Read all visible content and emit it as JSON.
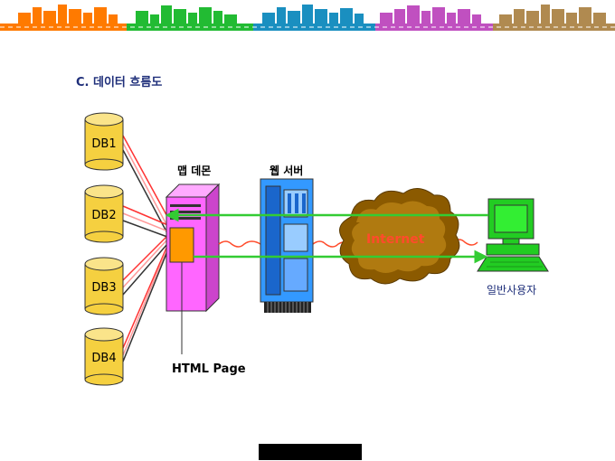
{
  "title": "C. 데이터 흐름도",
  "databases": [
    {
      "label": "DB1"
    },
    {
      "label": "DB2"
    },
    {
      "label": "DB3"
    },
    {
      "label": "DB4"
    }
  ],
  "nodes": {
    "map_daemon": "맵 데몬",
    "web_server": "웹 서버",
    "internet": "Internet",
    "user": "일반사용자",
    "html_page": "HTML Page"
  },
  "colors": {
    "skyline": [
      "#ff7a00",
      "#22bb33",
      "#1a8fc0",
      "#c050c0",
      "#b08a50"
    ],
    "map_daemon": "#ff66ff",
    "web_server": "#3399ff",
    "cloud": "#8b5a00",
    "monitor": "#22cc22",
    "arrow": "#33cc33",
    "html_box": "#ff9900",
    "db": "#f5d040"
  }
}
